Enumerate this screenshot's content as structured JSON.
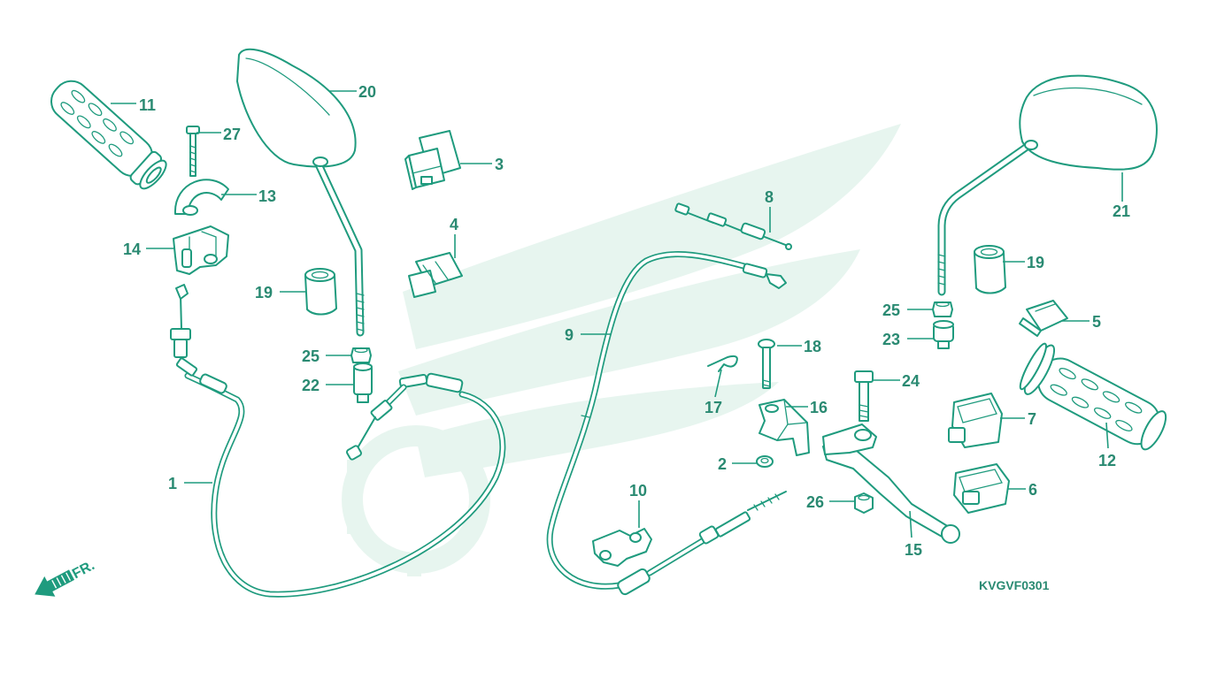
{
  "diagram": {
    "callouts": {
      "c1": "1",
      "c2": "2",
      "c3": "3",
      "c4": "4",
      "c5": "5",
      "c6": "6",
      "c7": "7",
      "c8": "8",
      "c9": "9",
      "c10": "10",
      "c11": "11",
      "c12": "12",
      "c13": "13",
      "c14": "14",
      "c15": "15",
      "c16": "16",
      "c17": "17",
      "c18": "18",
      "c19_left": "19",
      "c19_right": "19",
      "c20": "20",
      "c21": "21",
      "c22": "22",
      "c23": "23",
      "c24": "24",
      "c25_left": "25",
      "c25_right": "25",
      "c26": "26",
      "c27": "27"
    },
    "diagram_code": "KVGVF0301",
    "direction_label": "FR."
  },
  "colors": {
    "line": "#1f9b7e",
    "label": "#2a8a72",
    "watermark": "#e7f5ef",
    "background": "#ffffff"
  }
}
